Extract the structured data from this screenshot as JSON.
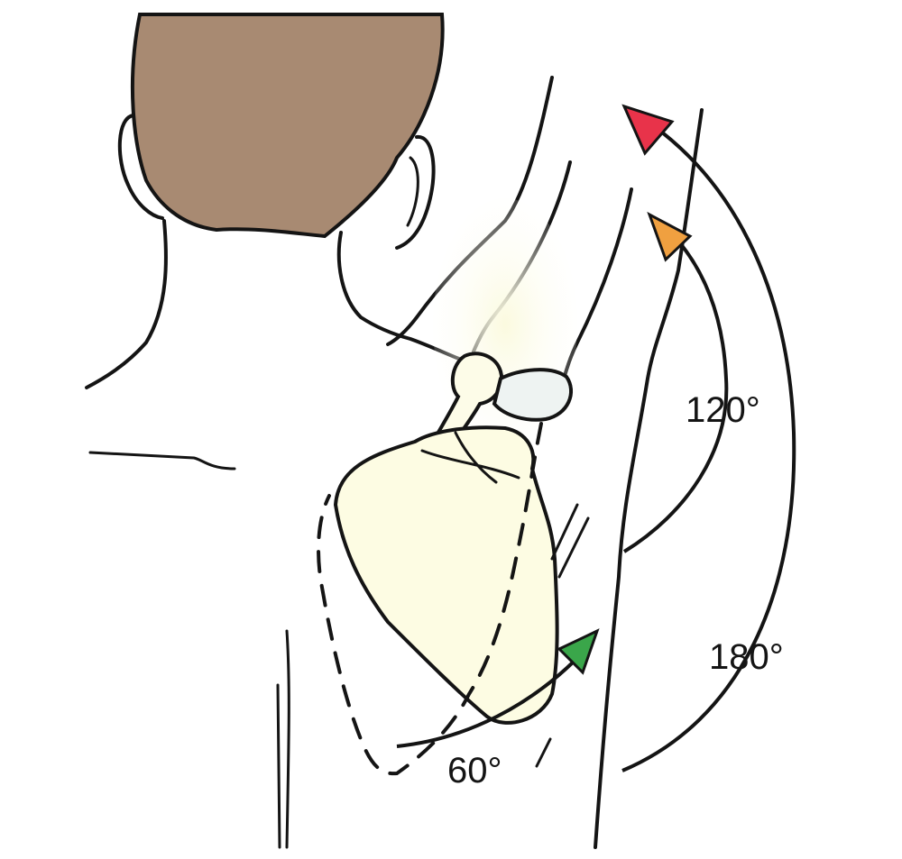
{
  "figure": {
    "labels": {
      "angle_60": "60°",
      "angle_120": "120°",
      "angle_180": "180°"
    },
    "colors": {
      "hair": "#a88a72",
      "bone": "#fbf8d8",
      "arrow_60": "#3aa64a",
      "arrow_120": "#f0a040",
      "arrow_180": "#e8334a",
      "line": "#141414"
    }
  }
}
